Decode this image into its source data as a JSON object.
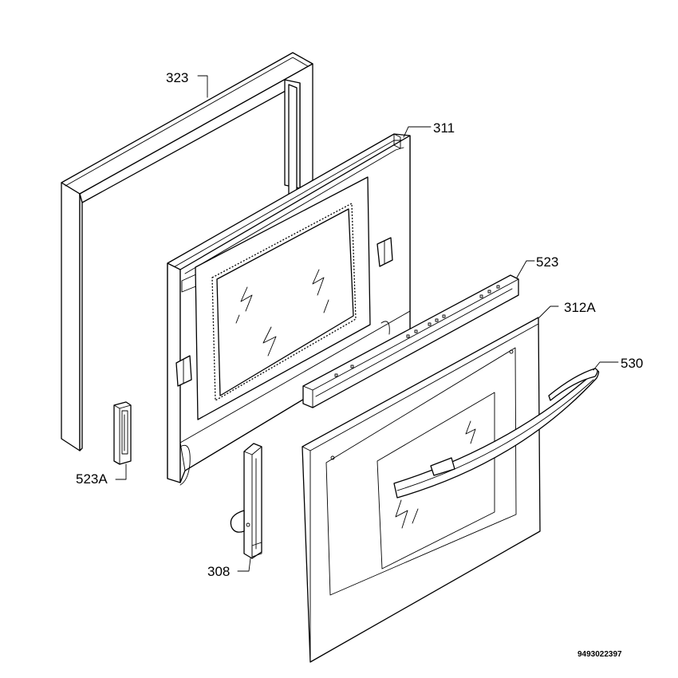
{
  "labels": {
    "p323": "323",
    "p311": "311",
    "p523": "523",
    "p312A": "312A",
    "p530": "530",
    "p523A": "523A",
    "p308": "308"
  },
  "drawing_code": "9493022397"
}
